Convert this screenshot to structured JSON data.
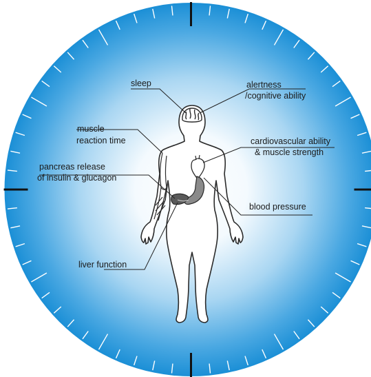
{
  "colors": {
    "dial_center": "#ffffff",
    "dial_edge": "#1b8fd6",
    "body_outline": "#2a2a2a",
    "organ_fill": "#555555",
    "leader_line": "#222222"
  },
  "clock": {
    "major_ticks": 4,
    "minor_ticks": 60
  },
  "labels": {
    "sleep": "sleep",
    "alertness_1": "alertness",
    "alertness_2": "/cognitive ability",
    "muscle_1": "muscle",
    "muscle_2": "reaction time",
    "cardio_1": "cardiovascular ability",
    "cardio_2": "& muscle strength",
    "pancreas_1": "pancreas release",
    "pancreas_2": "of insulin & glucagon",
    "blood_pressure": "blood pressure",
    "liver": "liver function"
  }
}
